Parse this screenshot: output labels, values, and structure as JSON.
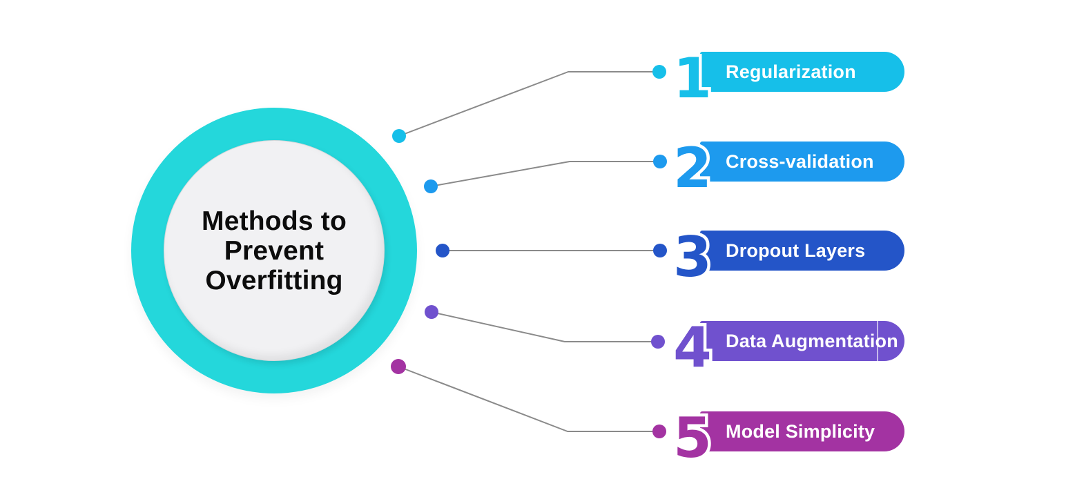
{
  "title": {
    "lines": [
      "Methods to",
      "Prevent",
      "Overfitting"
    ],
    "full_text": "Methods to Prevent Overfitting"
  },
  "colors": {
    "background": "#FFFFFF",
    "hub_ring": "#24D7DB",
    "hub_inner": "#F1F1F3",
    "title_text": "#0C0C0C",
    "connector_line": "#8A8A8A",
    "label_text": "#FFFFFF"
  },
  "items": [
    {
      "number": "1",
      "label": "Regularization",
      "color": "#16BFE9"
    },
    {
      "number": "2",
      "label": "Cross-validation",
      "color": "#1D9AEE"
    },
    {
      "number": "3",
      "label": "Dropout Layers",
      "color": "#2455C8"
    },
    {
      "number": "4",
      "label": "Data Augmentation",
      "color": "#7051CE"
    },
    {
      "number": "5",
      "label": "Model Simplicity",
      "color": "#A333A2"
    }
  ]
}
